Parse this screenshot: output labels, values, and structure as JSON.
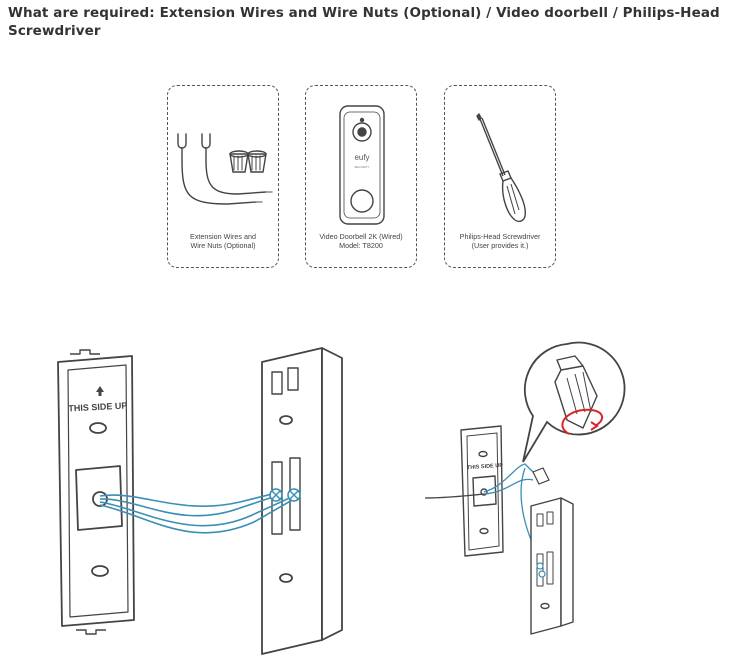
{
  "heading": "What are required: Extension Wires and Wire Nuts (Optional) / Video doorbell / Philips-Head Screwdriver",
  "items": [
    {
      "caption_line1": "Extension Wires and",
      "caption_line2": "Wire Nuts (Optional)"
    },
    {
      "caption_line1": "Video Doorbell 2K (Wired)",
      "caption_line2": "Model: T8200",
      "brand": "eufy",
      "brand_sub": "SECURITY"
    },
    {
      "caption_line1": "Philips-Head Screwdriver",
      "caption_line2": "(User provides it.)"
    }
  ],
  "bracket_label": "THIS SIDE UP",
  "small_bracket_label": "THIS SIDE UP",
  "colors": {
    "wire": "#3a8fb5",
    "accent": "#d9262b",
    "line": "#444444"
  }
}
